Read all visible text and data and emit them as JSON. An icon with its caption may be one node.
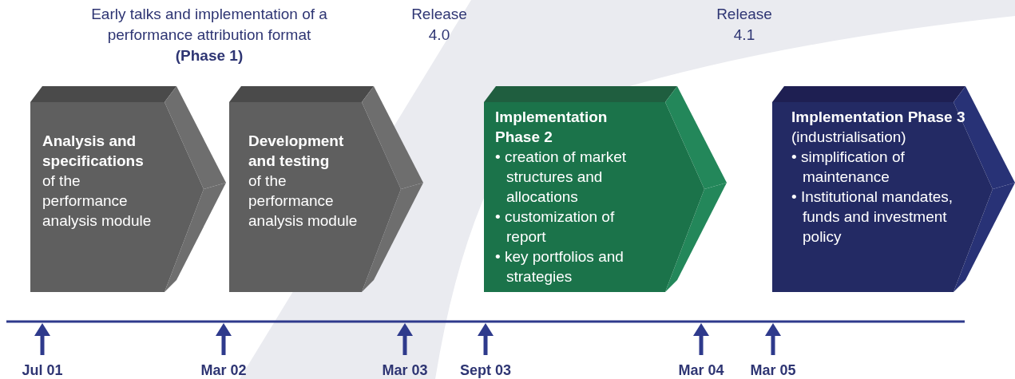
{
  "diagram": {
    "nodes": [
      {
        "text": [
          "Analysis and specifications",
          "of the performance analysis module"
        ]
      },
      {
        "text": [
          "Development and testing",
          "of the performance analysis module"
        ]
      },
      {
        "text": [
          "Implementation Phase 2",
          "• creation of market structures and allocations",
          "• customization of report",
          "• key portfolios and strategies"
        ]
      },
      {
        "text": [
          "Implementation Phase 3",
          "(industrialisation)",
          "• simplification of maintenance",
          "• Institutional mandates, funds and investment policy"
        ]
      }
    ],
    "labels": [
      "Early talks and implementation of a performance attribution format **(Phase 1)**",
      "Release 4.0",
      "Release 4.1",
      "Jul 01",
      "Mar 02",
      "Mar 03",
      "Sept 03",
      "Mar 04",
      "Mar 05"
    ]
  }
}
